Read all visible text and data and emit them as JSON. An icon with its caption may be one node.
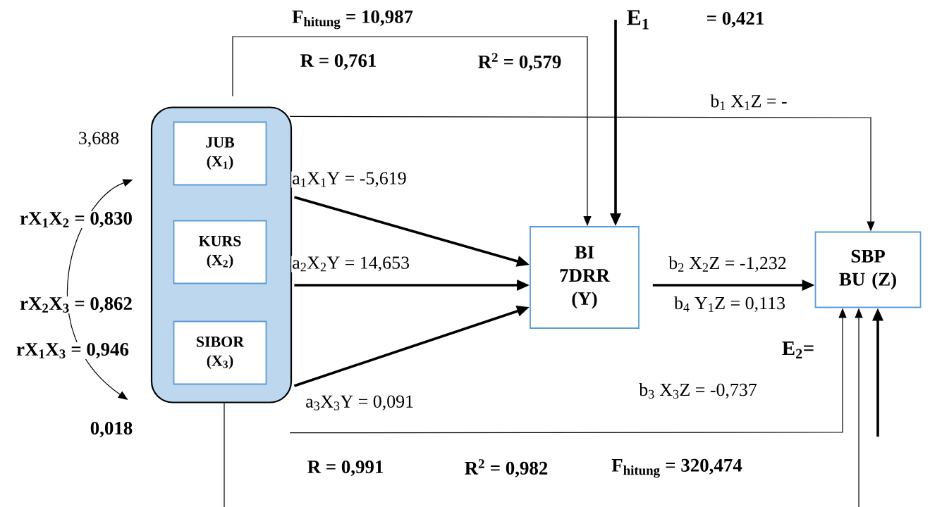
{
  "diagram": {
    "nodes": [
      {
        "text": [],
        "shape": "box"
      },
      {
        "text": [
          "JUB (X$_{1}$)"
        ],
        "in": 0
      },
      {
        "text": [
          "KURS (X$_{2}$)"
        ],
        "in": 0
      },
      {
        "text": [
          "SIBOR (X$_{3}$)"
        ],
        "in": 0
      },
      {
        "text": [
          "BI 7DRR (Y)"
        ]
      },
      {
        "text": [
          "SBP BU (Z)"
        ]
      }
    ],
    "edges": [
      {
        "from": 1,
        "to": 4,
        "arrow": "to",
        "style": "thick",
        "label": "a$_{1}$X$_{1}$Y = -5,619"
      },
      {
        "from": 2,
        "to": 4,
        "arrow": "to",
        "style": "thick",
        "label": "a$_{2}$X$_{2}$Y = 14,653"
      },
      {
        "from": 3,
        "to": 4,
        "arrow": "to",
        "style": "thick",
        "label": "a$_{3}$X$_{3}$Y = 0,091"
      },
      {
        "from": 0,
        "to": 4,
        "arrow": "to"
      },
      {
        "from": null,
        "to": 4,
        "arrow": "to",
        "style": "thick"
      },
      {
        "from": 0,
        "to": 5,
        "arrow": "to",
        "label": "b$_{1}$ X$_{1}$Z = -"
      },
      {
        "from": 4,
        "to": 5,
        "arrow": "to",
        "style": "thick",
        "label": "b$_{2}$ X$_{2}$Z = -1,232"
      },
      {
        "from": 0,
        "to": 5,
        "arrow": "to",
        "label": "b$_{3}$ X$_{3}$Z = -0,737"
      },
      {
        "from": 0,
        "to": null,
        "arrow": "none"
      },
      {
        "from": null,
        "to": 5,
        "arrow": "to"
      },
      {
        "from": null,
        "to": 5,
        "arrow": "to",
        "style": "thick"
      },
      {
        "from": 1,
        "to": 3,
        "arrow": "both"
      }
    ],
    "labels": [
      "F$_{hitung}$ = 10,987",
      "E$_{1}$",
      "= 0,421",
      "R = 0,761",
      "R$^{2}$ = 0,579",
      "3,688",
      "rX$_{1}$X$_{2}$ = 0,830",
      "rX$_{2}$X$_{3}$ = 0,862",
      "rX$_{1}$X$_{3}$ = 0,946",
      "b$_{4}$ Y$_{1}$Z = 0,113",
      "E$_{2}$=",
      "0,018",
      "R = 0,991",
      "R$^{2}$ = 0,982",
      "F$_{hitung}$ = 320,474"
    ]
  }
}
